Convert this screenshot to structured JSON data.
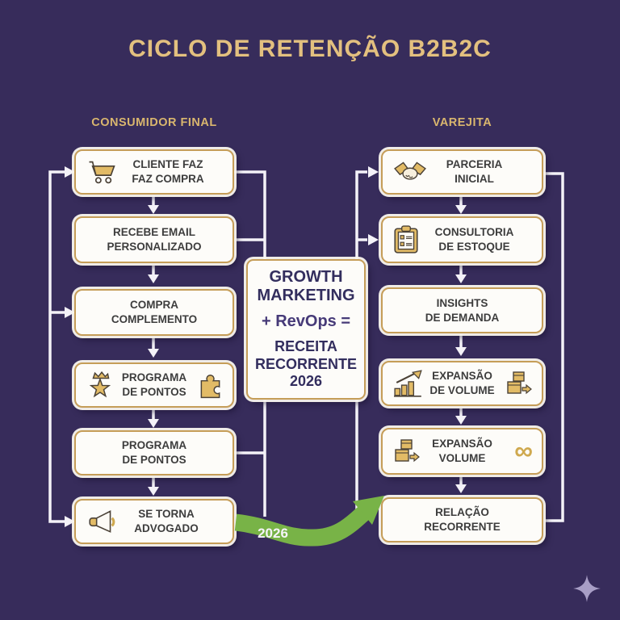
{
  "title": "CICLO DE RETENÇÃO B2B2C",
  "colors": {
    "background": "#372c5b",
    "gold_accent": "#d9b66e",
    "box_border": "#c59d58",
    "box_fill": "#fdfcf9",
    "box_text": "#3d3d3d",
    "center_text": "#332e5e",
    "connector_white": "#f4f2f8",
    "green_arrow": "#78b347",
    "sparkle": "#a89ec6"
  },
  "left": {
    "header": "CONSUMIDOR FINAL",
    "boxes": [
      {
        "line1": "CLIENTE FAZ",
        "line2": "FAZ COMPRA",
        "icon_left": "cart-icon"
      },
      {
        "line1": "RECEBE EMAIL",
        "line2": "PERSONALIZADO"
      },
      {
        "line1": "COMPRA",
        "line2": "COMPLEMENTO"
      },
      {
        "line1": "PROGRAMA",
        "line2": "DE PONTOS",
        "icon_left": "star-crown-icon",
        "icon_right": "puzzle-icon"
      },
      {
        "line1": "PROGRAMA",
        "line2": "DE PONTOS"
      },
      {
        "line1": "SE TORNA",
        "line2": "ADVOGADO",
        "icon_left": "megaphone-icon"
      }
    ]
  },
  "right": {
    "header": "VAREJITA",
    "boxes": [
      {
        "line1": "PARCERIA",
        "line2": "INICIAL",
        "icon_left": "handshake-icon"
      },
      {
        "line1": "CONSULTORIA",
        "line2": "DE ESTOQUE",
        "icon_left": "clipboard-icon"
      },
      {
        "line1": "INSIGHTS",
        "line2": "DE DEMANDA"
      },
      {
        "line1": "EXPANSÃO",
        "line2": "DE VOLUME",
        "icon_left": "chart-up-icon",
        "icon_right": "boxes-icon"
      },
      {
        "line1": "EXPANSÃO",
        "line2": "VOLUME",
        "icon_left": "boxes-icon",
        "icon_right": "infinity-icon"
      },
      {
        "line1": "RELAÇÃO",
        "line2": "RECORRENTE"
      }
    ]
  },
  "center": {
    "line1": "GROWTH MARKETING",
    "line2": "+ RevOps =",
    "line3": "RECEITA RECORRENTE 2026"
  },
  "flow": {
    "year_label": "2026"
  }
}
